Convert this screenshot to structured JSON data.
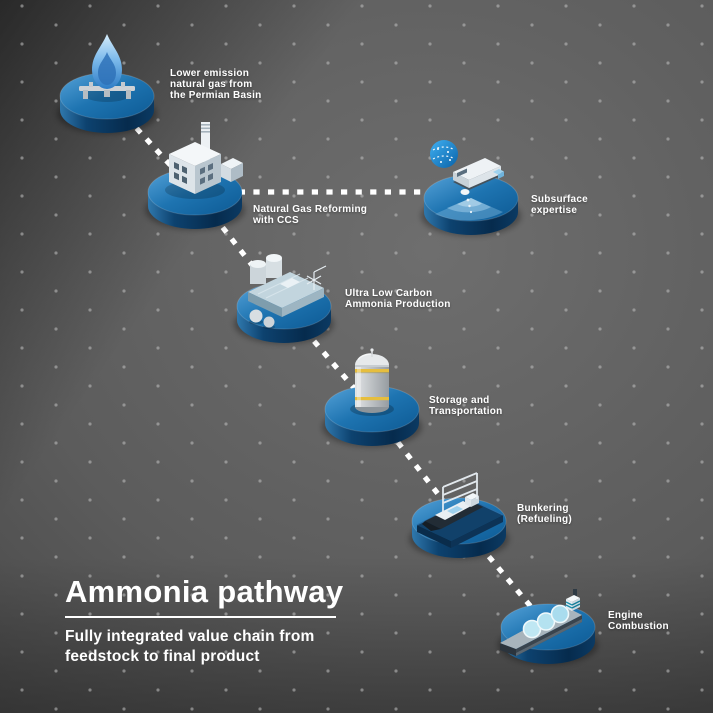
{
  "background": {
    "base_color": "#5c5c5c",
    "dot_color": "#b9b9b9"
  },
  "pathway": {
    "line_color": "#ffffff",
    "style": "dashed"
  },
  "disc_colors": {
    "top": "#1f74b2",
    "top_highlight": "#56a2d8",
    "side": "#0b3e6b"
  },
  "accent_colors": {
    "flame_blue": "#7fbcec",
    "globe_blue": "#1f90dd",
    "tank_band_yellow": "#e6be3e",
    "ship_stripe_teal": "#1e8fab",
    "platform_navy": "#11416a"
  },
  "title_block": {
    "title": "Ammonia pathway",
    "subtitle_lines": [
      "Fully integrated value chain from",
      "feedstock to final product"
    ]
  },
  "nodes": [
    {
      "id": "lower-emission-gas",
      "icon": "gas-flame-icon",
      "lines": [
        "Lower emission",
        "natural gas from",
        "the Permian Basin"
      ]
    },
    {
      "id": "natural-gas-reforming",
      "icon": "reforming-plant-icon",
      "lines": [
        "Natural Gas Reforming",
        "with CCS"
      ]
    },
    {
      "id": "subsurface-expertise",
      "icon": "subsurface-survey-icon",
      "lines": [
        "Subsurface",
        "expertise"
      ]
    },
    {
      "id": "ammonia-production",
      "icon": "ammonia-plant-icon",
      "lines": [
        "Ultra Low Carbon",
        "Ammonia Production"
      ]
    },
    {
      "id": "storage-transportation",
      "icon": "storage-tank-icon",
      "lines": [
        "Storage and",
        "Transportation"
      ]
    },
    {
      "id": "bunkering",
      "icon": "bunkering-dock-icon",
      "lines": [
        "Bunkering",
        "(Refueling)"
      ]
    },
    {
      "id": "engine-combustion",
      "icon": "ammonia-ship-icon",
      "lines": [
        "Engine",
        "Combustion"
      ]
    }
  ]
}
